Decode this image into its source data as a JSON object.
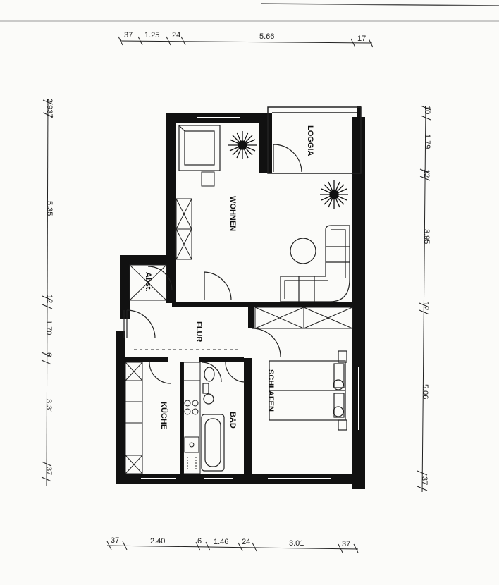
{
  "rooms": {
    "wohnen": "WOHNEN",
    "loggia": "LOGGIA",
    "flur": "FLUR",
    "kueche": "KÜCHE",
    "bad": "BAD",
    "schlafen": "SCHLAFEN",
    "abst": "Abst."
  },
  "dims_top": [
    "37",
    "1.25",
    "24",
    "5.66",
    "17"
  ],
  "dims_bottom": [
    "37",
    "2.40",
    "6",
    "1.46",
    "24",
    "3.01",
    "37"
  ],
  "dims_left": [
    "2.937",
    "5.35",
    "12",
    "1.70",
    "6",
    "3.31",
    "37"
  ],
  "dims_right": [
    "10",
    "1.79",
    "12",
    "3.95",
    "12",
    "5.06",
    "37"
  ],
  "colors": {
    "wall": "#111111",
    "line": "#222222",
    "paper": "#fbfbf9"
  }
}
